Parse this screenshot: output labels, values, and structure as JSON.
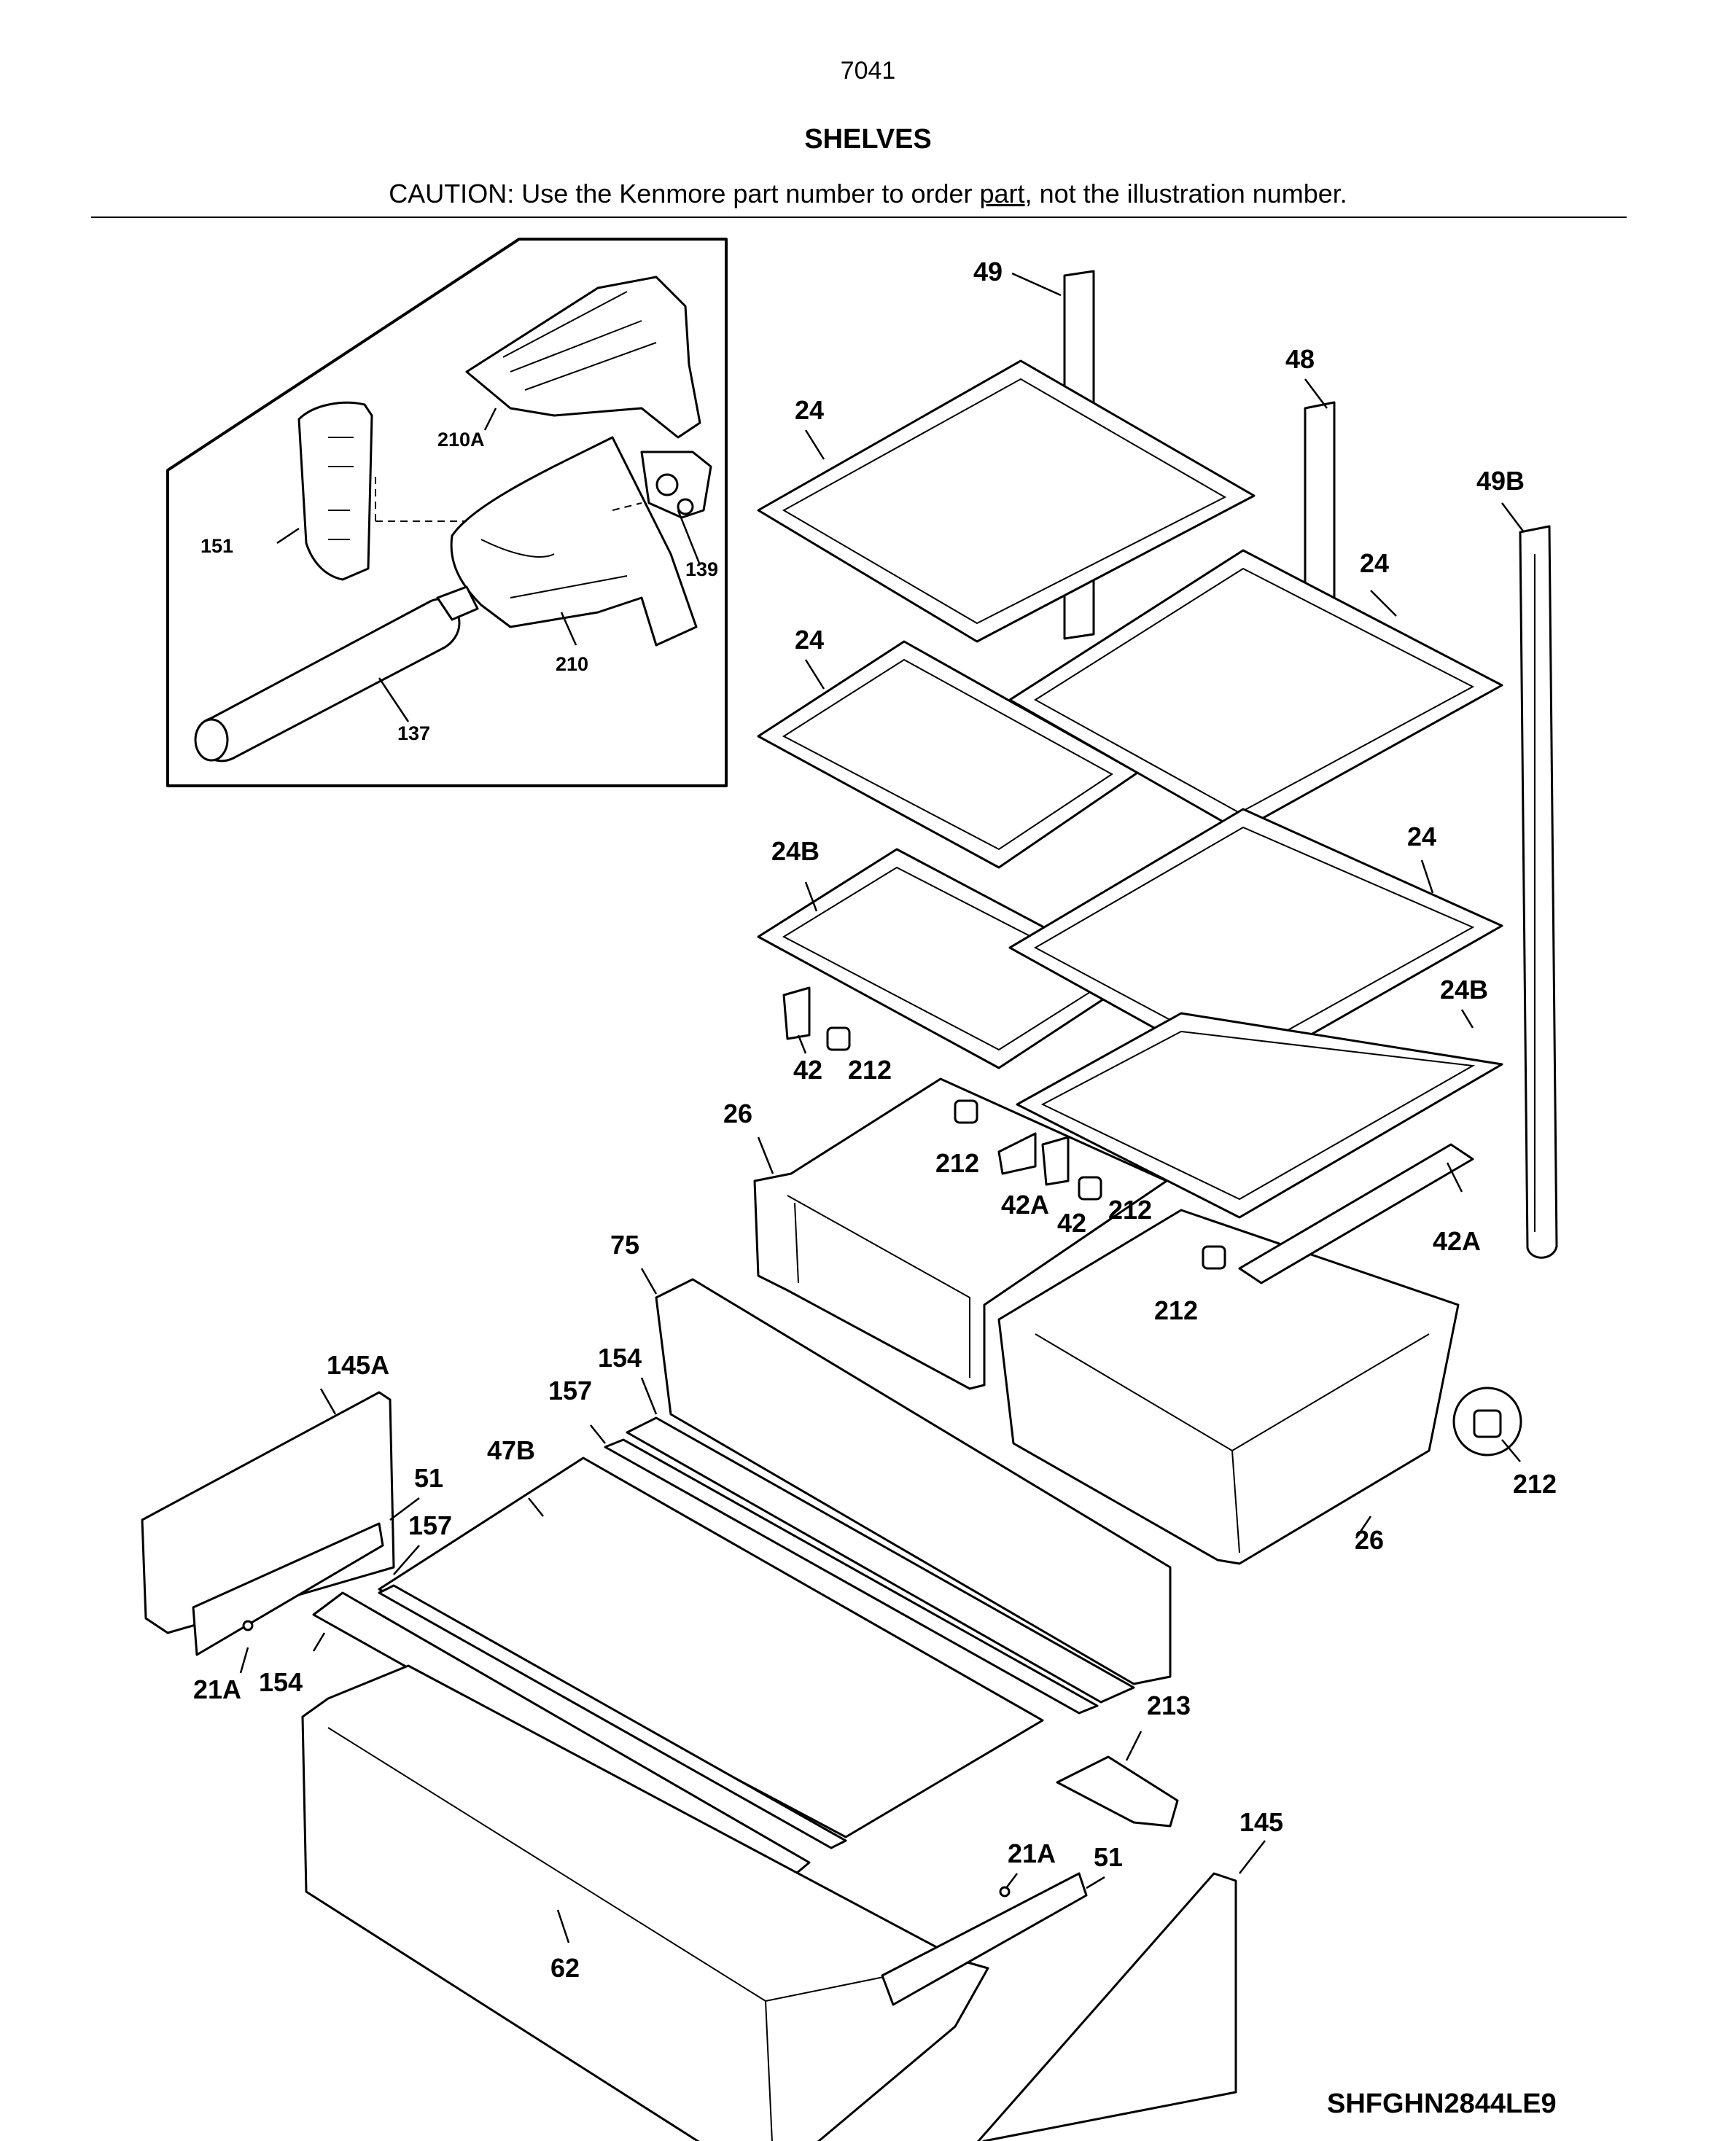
{
  "page_number": "7041",
  "title": "SHELVES",
  "caution": {
    "before": "CAUTION: Use the Kenmore part number to order ",
    "underlined": "part",
    "after": ", not the illustration number."
  },
  "model_number": "SHFGHN2844LE9",
  "inset_callouts": [
    "210A",
    "151",
    "139",
    "210",
    "137"
  ],
  "callouts": [
    "49",
    "48",
    "49B",
    "24",
    "24",
    "24",
    "24",
    "24B",
    "24B",
    "42",
    "212",
    "26",
    "212",
    "42A",
    "42",
    "212",
    "42A",
    "212",
    "75",
    "154",
    "157",
    "145A",
    "47B",
    "51",
    "157",
    "21A",
    "154",
    "212",
    "26",
    "213",
    "145",
    "21A",
    "51",
    "62"
  ]
}
